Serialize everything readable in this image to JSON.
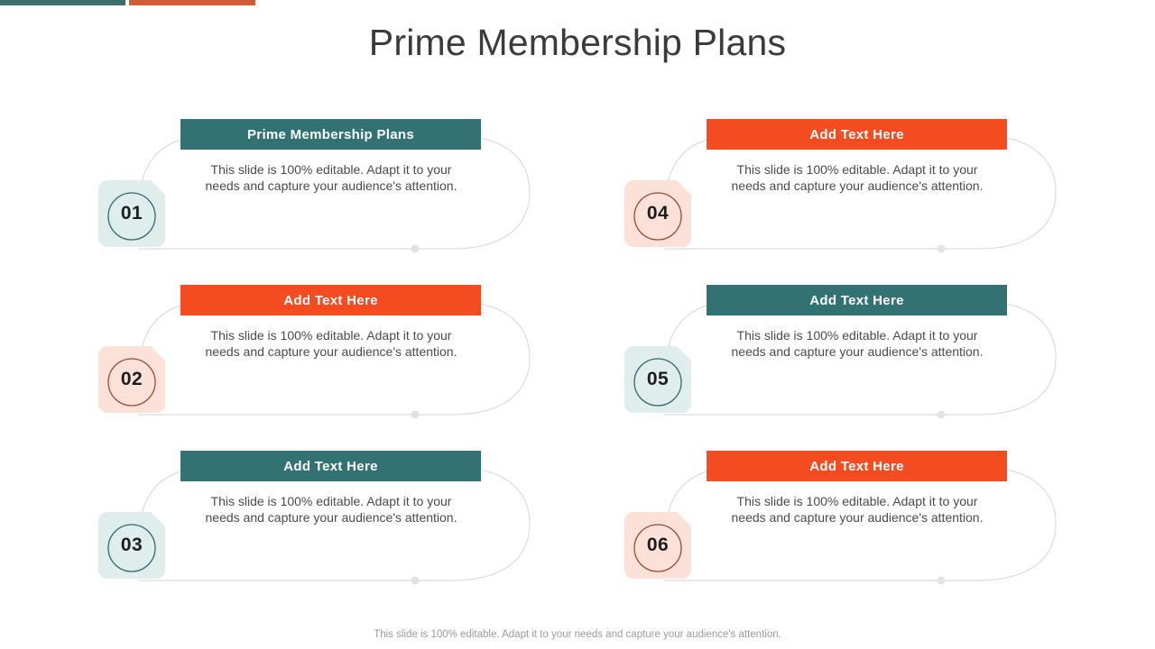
{
  "slide": {
    "title": "Prime Membership Plans",
    "footer": "This slide is 100% editable. Adapt it to your needs and capture your audience's attention.",
    "body_text": "This slide is 100% editable. Adapt it to your needs and capture your audience's attention."
  },
  "colors": {
    "teal": "#327272",
    "orange": "#f44b20",
    "teal_tint": "#dfeeec",
    "orange_tint": "#fbe1d8",
    "teal_ring": "#2f6b68",
    "orange_ring": "#9c4a33",
    "accent_bar_teal": "#3c6e6b",
    "accent_bar_orange": "#cf5a33",
    "connector": "#dadada",
    "title_text": "#3b3b3b",
    "body_text": "#4a4a4a",
    "footer_text": "#9a9a9a"
  },
  "accent_bars": [
    {
      "name": "teal-bar",
      "color": "#3c6e6b"
    },
    {
      "name": "orange-bar",
      "color": "#cf5a33"
    }
  ],
  "items": [
    {
      "number": "01",
      "heading": "Prime Membership Plans",
      "body": "This slide is 100% editable. Adapt it to your needs and capture your audience's attention.",
      "theme": "teal"
    },
    {
      "number": "02",
      "heading": "Add Text Here",
      "body": "This slide is 100% editable. Adapt it to your needs and capture your audience's attention.",
      "theme": "orange"
    },
    {
      "number": "03",
      "heading": "Add Text Here",
      "body": "This slide is 100% editable. Adapt it to your needs and capture your audience's attention.",
      "theme": "teal"
    },
    {
      "number": "04",
      "heading": "Add Text Here",
      "body": "This slide is 100% editable. Adapt it to your needs and capture your audience's attention.",
      "theme": "orange"
    },
    {
      "number": "05",
      "heading": "Add Text Here",
      "body": "This slide is 100% editable. Adapt it to your needs and capture your audience's attention.",
      "theme": "teal"
    },
    {
      "number": "06",
      "heading": "Add Text Here",
      "body": "This slide is 100% editable. Adapt it to your needs and capture your audience's attention.",
      "theme": "orange"
    }
  ]
}
